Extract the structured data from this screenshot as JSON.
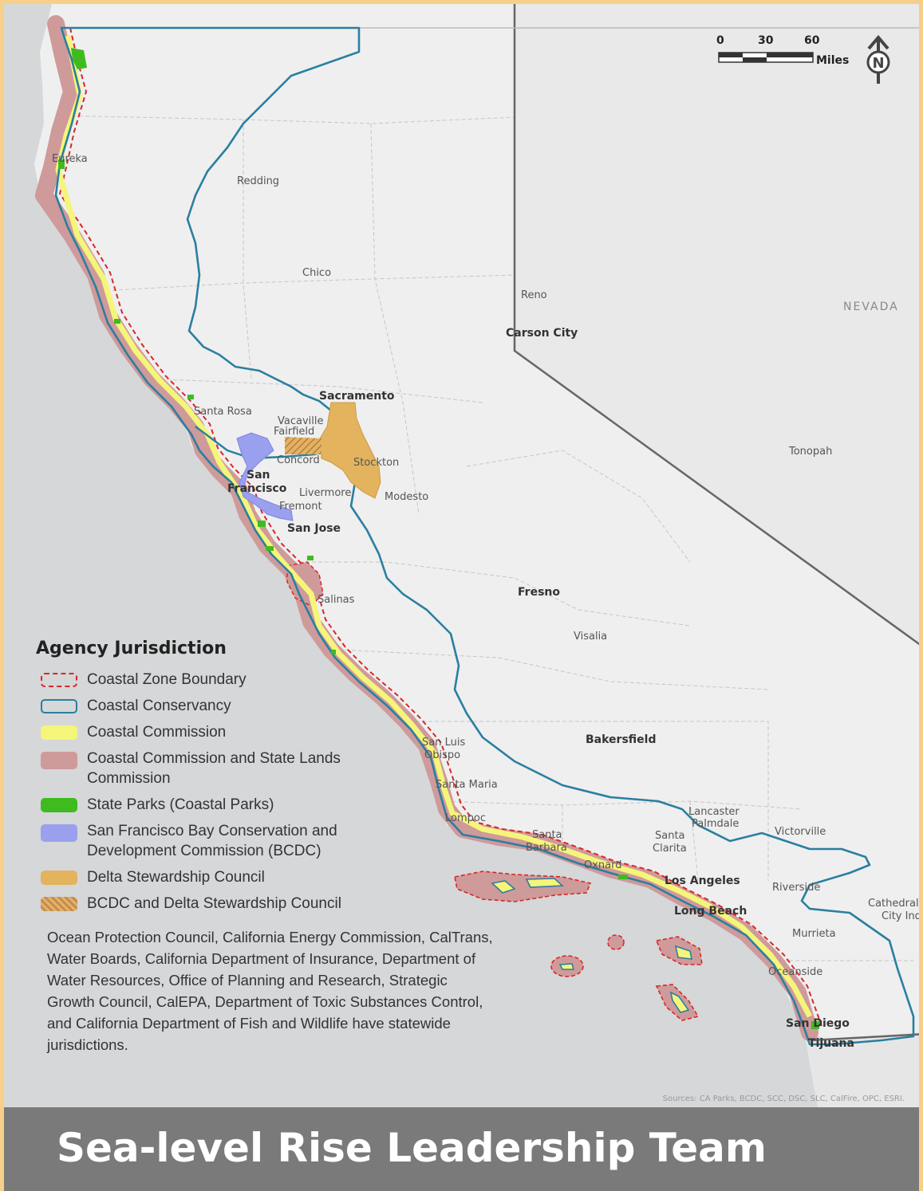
{
  "map": {
    "state_label": "NEVADA",
    "cities": [
      {
        "name": "Eureka",
        "style": "normal"
      },
      {
        "name": "Redding",
        "style": "normal"
      },
      {
        "name": "Chico",
        "style": "normal"
      },
      {
        "name": "Reno",
        "style": "normal"
      },
      {
        "name": "Carson City",
        "style": "big"
      },
      {
        "name": "Sacramento",
        "style": "big"
      },
      {
        "name": "Santa Rosa",
        "style": "normal"
      },
      {
        "name": "Vacaville",
        "style": "normal"
      },
      {
        "name": "Fairfield",
        "style": "normal"
      },
      {
        "name": "Concord",
        "style": "normal"
      },
      {
        "name": "Stockton",
        "style": "normal"
      },
      {
        "name": "San",
        "style": "big"
      },
      {
        "name": "Francisco",
        "style": "big"
      },
      {
        "name": "Livermore",
        "style": "normal"
      },
      {
        "name": "Modesto",
        "style": "normal"
      },
      {
        "name": "Fremont",
        "style": "normal"
      },
      {
        "name": "San Jose",
        "style": "big"
      },
      {
        "name": "Tonopah",
        "style": "normal"
      },
      {
        "name": "Salinas",
        "style": "normal"
      },
      {
        "name": "Fresno",
        "style": "big"
      },
      {
        "name": "Visalia",
        "style": "normal"
      },
      {
        "name": "Bakersfield",
        "style": "big"
      },
      {
        "name": "San Luis",
        "style": "normal"
      },
      {
        "name": "Obispo",
        "style": "normal"
      },
      {
        "name": "Santa Maria",
        "style": "normal"
      },
      {
        "name": "Lompoc",
        "style": "normal"
      },
      {
        "name": "Santa",
        "style": "normal"
      },
      {
        "name": "Barbara",
        "style": "normal"
      },
      {
        "name": "Lancaster",
        "style": "normal"
      },
      {
        "name": "Palmdale",
        "style": "normal"
      },
      {
        "name": "Victorville",
        "style": "normal"
      },
      {
        "name": "Santa",
        "style": "normal"
      },
      {
        "name": "Clarita",
        "style": "normal"
      },
      {
        "name": "Oxnard",
        "style": "normal"
      },
      {
        "name": "Los Angeles",
        "style": "big"
      },
      {
        "name": "Riverside",
        "style": "normal"
      },
      {
        "name": "Cathedral",
        "style": "normal"
      },
      {
        "name": "City Indi",
        "style": "normal"
      },
      {
        "name": "Long Beach",
        "style": "big"
      },
      {
        "name": "Murrieta",
        "style": "normal"
      },
      {
        "name": "Oceanside",
        "style": "normal"
      },
      {
        "name": "San Diego",
        "style": "big"
      },
      {
        "name": "Tijuana",
        "style": "big"
      }
    ]
  },
  "scale": {
    "ticks": [
      "0",
      "30",
      "60"
    ],
    "unit": "Miles"
  },
  "north_label": "N",
  "legend": {
    "title": "Agency Jurisdiction",
    "items": [
      {
        "label": "Coastal Zone Boundary",
        "type": "dashed",
        "color": "#d9262b"
      },
      {
        "label": "Coastal Conservancy",
        "type": "outline",
        "color": "#2a7fa0"
      },
      {
        "label": "Coastal Commission",
        "type": "fill",
        "color": "#f5f57a"
      },
      {
        "label": "Coastal Commission and State Lands Commission",
        "type": "fill",
        "color": "#cf9a9a"
      },
      {
        "label": "State Parks (Coastal Parks)",
        "type": "fill",
        "color": "#3fbb1f"
      },
      {
        "label": "San Francisco Bay Conservation and Development Commission (BCDC)",
        "type": "fill",
        "color": "#9aa0ee"
      },
      {
        "label": "Delta Stewardship Council",
        "type": "fill",
        "color": "#e3b35e"
      },
      {
        "label": "BCDC and Delta Stewardship Council",
        "type": "hatch",
        "color": "#d9a46a"
      }
    ],
    "statewide_note": "Ocean Protection Council, California Energy Commission, CalTrans, Water Boards, California Department of Insurance, Department of Water Resources, Office of Planning and Research, Strategic Growth Council, CalEPA, Department of Toxic Substances Control, and California Department of Fish and Wildlife have statewide jurisdictions."
  },
  "sources": "Sources: CA Parks, BCDC, SCC, DSC, SLC, CalFire, OPC, ESRI.",
  "footer": {
    "title": "Sea-level Rise Leadership Team"
  }
}
